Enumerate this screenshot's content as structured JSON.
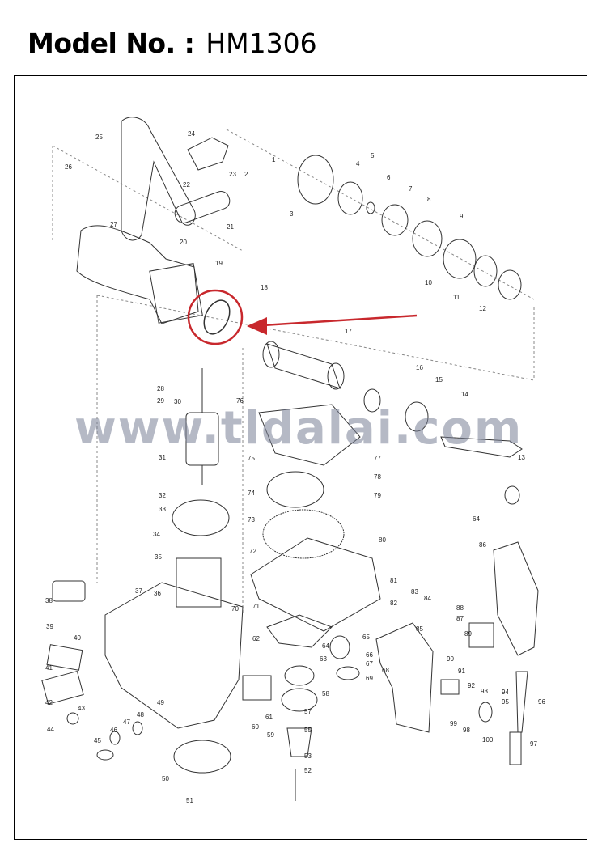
{
  "header": {
    "label": "Model No. :",
    "model": "HM1306"
  },
  "watermark": "www.tldalai.com",
  "highlight": {
    "part": "18",
    "color": "#c8282d"
  },
  "parts": [
    "1",
    "2",
    "3",
    "4",
    "5",
    "6",
    "7",
    "8",
    "9",
    "10",
    "11",
    "12",
    "13",
    "14",
    "15",
    "16",
    "17",
    "18",
    "19",
    "20",
    "21",
    "22",
    "23",
    "24",
    "25",
    "26",
    "27",
    "28",
    "29",
    "30",
    "31",
    "32",
    "33",
    "34",
    "35",
    "36",
    "37",
    "38",
    "39",
    "40",
    "41",
    "42",
    "43",
    "44",
    "45",
    "46",
    "47",
    "48",
    "49",
    "50",
    "51",
    "52",
    "53",
    "55",
    "57",
    "58",
    "59",
    "60",
    "61",
    "62",
    "63",
    "64",
    "65",
    "66",
    "67",
    "68",
    "69",
    "70",
    "71",
    "72",
    "73",
    "74",
    "75",
    "76",
    "77",
    "78",
    "79",
    "80",
    "81",
    "82",
    "83",
    "84",
    "85",
    "86",
    "87",
    "88",
    "89",
    "90",
    "91",
    "92",
    "93",
    "94",
    "95",
    "96",
    "97",
    "98",
    "99",
    "100",
    "64"
  ]
}
